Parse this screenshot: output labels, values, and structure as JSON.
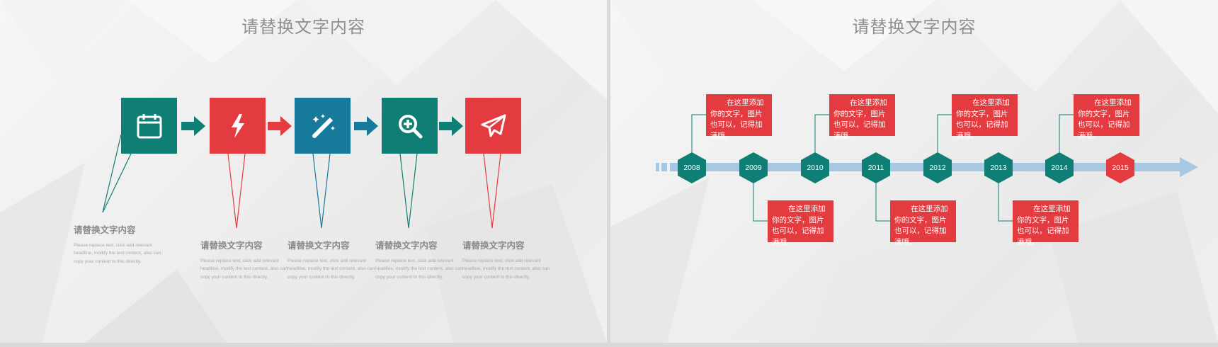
{
  "colors": {
    "teal": "#0f7e74",
    "red": "#e33b40",
    "blue": "#177a9a",
    "timeline_bar": "#a7c8e2",
    "title_gray": "#8f8f8f"
  },
  "left_slide": {
    "title": "请替换文字内容",
    "steps": [
      {
        "icon": "calendar-icon",
        "color": "#0f7e74",
        "caption_title": "请替换文字内容",
        "caption_body": "Please replace text, click add relevant headline, modify the text content, also can copy your content to this directly."
      },
      {
        "icon": "lightning-icon",
        "color": "#e33b40",
        "caption_title": "请替换文字内容",
        "caption_body": "Please replace text, click add relevant headline, modify the text content, also can copy your content to this directly."
      },
      {
        "icon": "magic-wand-icon",
        "color": "#177a9a",
        "caption_title": "请替换文字内容",
        "caption_body": "Please replace text, click add relevant headline, modify the text content, also can copy your content to this directly."
      },
      {
        "icon": "zoom-in-icon",
        "color": "#0f7e74",
        "caption_title": "请替换文字内容",
        "caption_body": "Please replace text, click add relevant headline, modify the text content, also can copy your content to this directly."
      },
      {
        "icon": "paper-plane-icon",
        "color": "#e33b40",
        "caption_title": "请替换文字内容",
        "caption_body": "Please replace text, click add relevant headline, modify the text content, also can copy your content to this directly."
      }
    ],
    "arrow_colors": [
      "#0f7e74",
      "#e33b40",
      "#177a9a",
      "#0f7e74"
    ]
  },
  "right_slide": {
    "title": "请替换文字内容",
    "years": [
      {
        "label": "2008",
        "color": "#0f7e74"
      },
      {
        "label": "2009",
        "color": "#0f7e74"
      },
      {
        "label": "2010",
        "color": "#0f7e74"
      },
      {
        "label": "2011",
        "color": "#0f7e74"
      },
      {
        "label": "2012",
        "color": "#0f7e74"
      },
      {
        "label": "2013",
        "color": "#0f7e74"
      },
      {
        "label": "2014",
        "color": "#0f7e74"
      },
      {
        "label": "2015",
        "color": "#e33b40"
      }
    ],
    "notes": [
      "在这里添加你的文字，图片也可以，记得加满哦。",
      "在这里添加你的文字，图片也可以，记得加满哦。",
      "在这里添加你的文字，图片也可以，记得加满哦。",
      "在这里添加你的文字，图片也可以，记得加满哦。",
      "在这里添加你的文字，图片也可以，记得加满哦。",
      "在这里添加你的文字，图片也可以，记得加满哦。",
      "在这里添加你的文字，图片也可以，记得加满哦。"
    ]
  }
}
